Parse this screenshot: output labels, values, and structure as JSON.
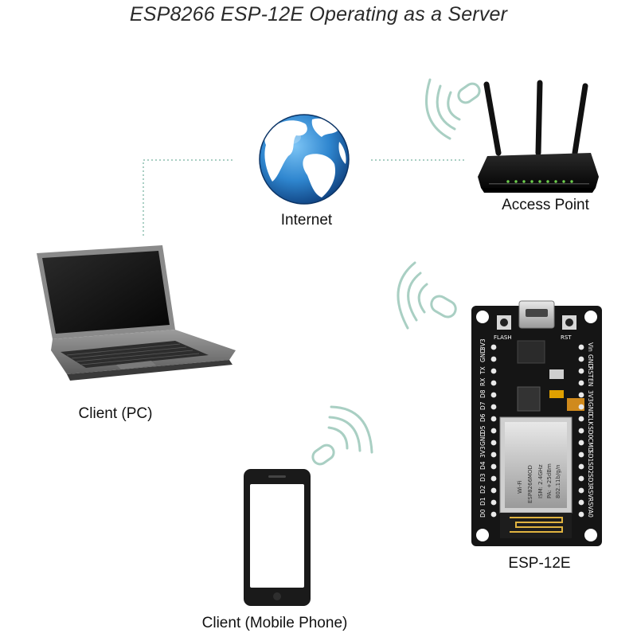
{
  "title": "ESP8266 ESP-12E Operating as a Server",
  "nodes": {
    "internet": "Internet",
    "access_point": "Access Point",
    "client_pc": "Client (PC)",
    "esp": "ESP-12E",
    "client_phone": "Client (Mobile Phone)"
  },
  "board": {
    "left_pins": [
      "3V3",
      "GND",
      "TX",
      "RX",
      "D8",
      "D7",
      "D6",
      "D5",
      "GND",
      "3V3",
      "D4",
      "D3",
      "D2",
      "D1",
      "D0"
    ],
    "right_pins": [
      "Vin",
      "GND",
      "RST",
      "EN",
      "3V3",
      "GND",
      "CLK",
      "SD0",
      "CMD",
      "SD1",
      "SD2",
      "SD3",
      "RSV",
      "RSV",
      "A0"
    ],
    "button_left": "FLASH",
    "button_right": "RST",
    "module_lines": [
      "Wi-Fi",
      "ESP8266MOD",
      "ISM: 2.4GHz",
      "PA: +25dBm",
      "802.11b/g/n"
    ]
  },
  "colors": {
    "connector": "#a9cfc3",
    "wave": "#a9cfc3",
    "board": "#151515",
    "globe_ocean": "#2f86cf",
    "globe_land": "#ffffff"
  },
  "icons": [
    "globe-icon",
    "router-icon",
    "laptop-icon",
    "phone-icon",
    "esp-board-icon",
    "wifi-wave-icon"
  ]
}
